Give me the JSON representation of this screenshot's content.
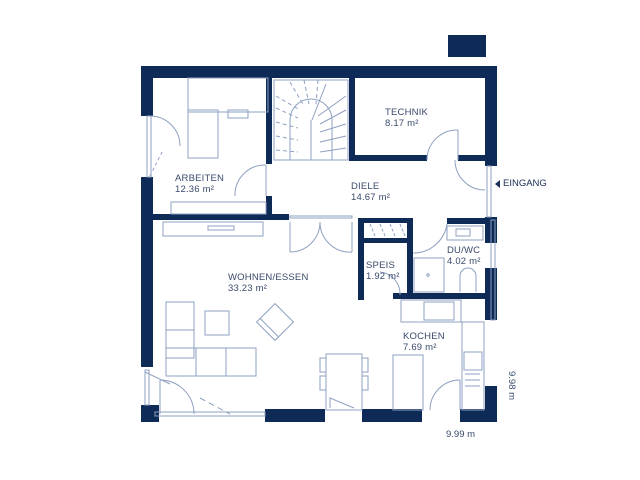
{
  "plan": {
    "colors": {
      "wall": "#0e2a56",
      "line": "#8ea0c0",
      "text": "#3a4a6b",
      "background": "#ffffff"
    },
    "rooms": [
      {
        "id": "arbeiten",
        "name": "ARBEITEN",
        "area": "12.36 m²"
      },
      {
        "id": "technik",
        "name": "TECHNIK",
        "area": "8.17 m²"
      },
      {
        "id": "diele",
        "name": "DIELE",
        "area": "14.67 m²"
      },
      {
        "id": "wohnen",
        "name": "WOHNEN/ESSEN",
        "area": "33.23 m²"
      },
      {
        "id": "speis",
        "name": "SPEIS",
        "area": "1.92 m²"
      },
      {
        "id": "duwc",
        "name": "DU/WC",
        "area": "4.02 m²"
      },
      {
        "id": "kochen",
        "name": "KOCHEN",
        "area": "7.69 m²"
      }
    ],
    "entrance": {
      "label": "EINGANG",
      "icon": "arrow-left-icon"
    },
    "dimensions": {
      "width": "9.99 m",
      "depth": "9.98 m"
    },
    "north_marker": {
      "icon": "compass-block-icon"
    }
  }
}
